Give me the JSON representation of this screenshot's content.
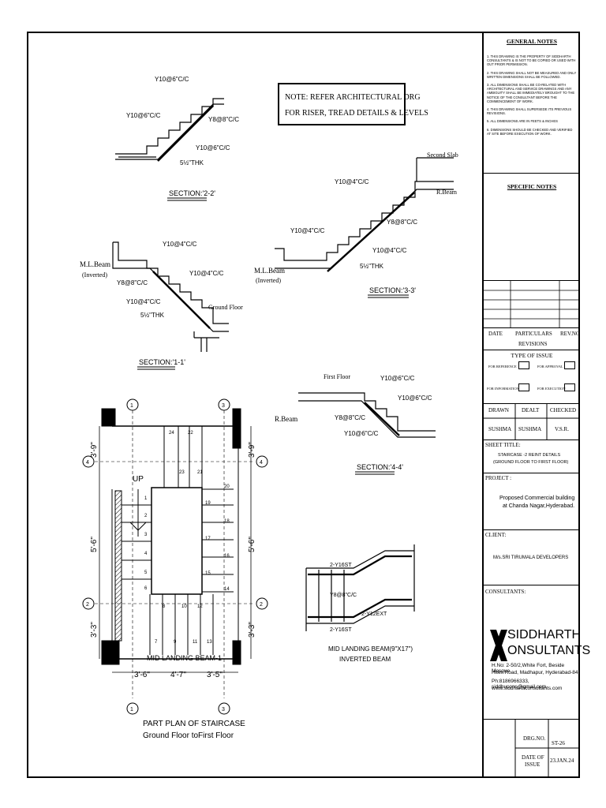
{
  "general_notes": {
    "title": "GENERAL NOTES",
    "items": [
      "1. THIS DRAWING IS THE PROPERTY OF SIDDHARTH CONSULTANTS & IS NOT TO BE COPIED OR USED WITH OUT PRIOR PERMISSION.",
      "2. THIS DRAWING SHALL NOT BE MEASURED AND ONLY WRITTEN DIMENSIONS SHALL BE FOLLOWED.",
      "3. ALL DIMENSIONS SHALL BE CO-RELATED WITH ARCHITECTURAL AND SERVICE DRAWINGS AND ANY AMBIGUITY SHALL BE IMMEDIATELY BROUGHT TO THE NOTICE OF THE CONSULTANT BEFORE THE COMMENCEMENT OF WORK.",
      "4. THIS DRAWING SHALL SUPERSEDE ITS PREVIOUS REVISIONS.",
      "5. ALL DIMENSIONS ARE IN FEETS & INCHES",
      "6. DIMENSIONS SHOULD BE CHECKED AND VERIFIED AT SITE BEFORE EXECUTION OF WORK."
    ]
  },
  "specific_notes": {
    "title": "SPECIFIC NOTES"
  },
  "revisions": {
    "date": "DATE",
    "particulars": "PARTICULARS",
    "rev": "REV.NO",
    "title": "REVISIONS"
  },
  "type_of_issue": {
    "title": "TYPE OF ISSUE",
    "reference": "FOR REFERENCE",
    "approval": "FOR APPROVAL",
    "information": "FOR INFORMATION",
    "execution": "FOR EXECUTION"
  },
  "signoff": {
    "drawn": "DRAWN",
    "dealt": "DEALT",
    "checked": "CHECKED",
    "drawn_by": "SUSHMA",
    "dealt_by": "SUSHMA",
    "checked_by": "V.S.R."
  },
  "sheet": {
    "title_label": "SHEET TITLE:",
    "title_line1": "STAIRCASE -2 REINT DETAILS",
    "title_line2": "(GROUND FLOOR TO FIRST FLOOR)"
  },
  "project": {
    "label": "PROJECT :",
    "line1": "Proposed Commercial building",
    "line2": "at Chanda Nagar,Hyderabad."
  },
  "client": {
    "label": "CLIENT:",
    "name": "M/s.SRI TIRUMALA DEVELOPERS"
  },
  "consultants": {
    "label": "CONSULTANTS:",
    "name1": "SIDDHARTH",
    "name2": "ONSULTANTS",
    "addr1": "H.No: 2-50/2,White Fort, Beside Mosque",
    "addr2": "Hitex Road, Madhapur, Hyderabad-84",
    "phone": "Ph:8186966333, siddhucons@gmail.com",
    "web": "www.siddharthconsultants.com"
  },
  "drg": {
    "no_label": "DRG.NO.",
    "no": "ST-26",
    "date_label1": "DATE OF",
    "date_label2": "ISSUE",
    "date": "23.JAN.24"
  },
  "note_box": {
    "line1": "NOTE: REFER ARCHITECTURAL DRG",
    "line2": "FOR RISER, TREAD DETAILS & LEVELS"
  },
  "sec22": {
    "title": "SECTION:'2-2'",
    "a": "Y10@6\"C/C",
    "b": "Y10@6\"C/C",
    "c": "Y8@8\"C/C",
    "d": "Y10@6\"C/C",
    "thk": "5½\"THK"
  },
  "sec33": {
    "title": "SECTION:'3-3'",
    "slab": "Second Slab",
    "rbeam": "R.Beam",
    "ml1": "M.L.Beam",
    "ml2": "(Inverted)",
    "a": "Y10@4\"C/C",
    "b": "Y10@4\"C/C",
    "c": "Y8@8\"C/C",
    "d": "Y10@4\"C/C",
    "thk": "5½\"THK"
  },
  "sec11": {
    "title": "SECTION:'1-1'",
    "ml1": "M.L.Beam",
    "ml2": "(Inverted)",
    "a": "Y10@4\"C/C",
    "b": "Y8@8\"C/C",
    "c": "Y10@4\"C/C",
    "d": "Y10@4\"C/C",
    "gf": "Ground Floor",
    "thk": "5½\"THK"
  },
  "sec44": {
    "title": "SECTION:'4-4'",
    "ff": "First Floor",
    "rbeam": "R.Beam",
    "a": "Y10@6\"C/C",
    "b": "Y10@6\"C/C",
    "c": "Y8@8\"C/C",
    "d": "Y10@6\"C/C"
  },
  "plan": {
    "title1": "PART PLAN OF STAIRCASE",
    "title2": "Ground Floor toFirst Floor",
    "up": "UP",
    "landing": "MID LANDING BEAM-1",
    "dim_top": "3'-9\"",
    "dim_mid": "5'-6\"",
    "dim_bot": "3'-3\"",
    "dim_w1": "3'-6\"",
    "dim_w2": "4'-7\"",
    "dim_w3": "3'-5\"",
    "grid": [
      "1",
      "3",
      "4",
      "4",
      "2",
      "2",
      "1",
      "3"
    ],
    "steps_left": [
      "1",
      "2",
      "3",
      "4",
      "5",
      "6"
    ],
    "steps_right": [
      "20",
      "19",
      "18",
      "17",
      "16",
      "15",
      "14"
    ],
    "steps_top": [
      "24",
      "23",
      "22",
      "21"
    ],
    "steps_bottom": [
      "7",
      "8",
      "9",
      "10",
      "11",
      "12",
      "13"
    ]
  },
  "beam": {
    "title1": "MID LANDING BEAM(9\"X17\")",
    "title2": "INVERTED BEAM",
    "a": "2-Y16ST",
    "b": "Y8@8\"C/C",
    "c": "2-Y12EXT",
    "d": "2-Y16ST"
  }
}
